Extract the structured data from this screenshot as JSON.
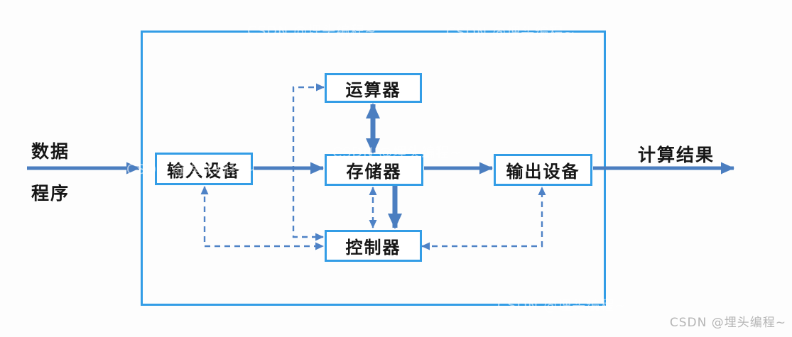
{
  "diagram": {
    "nodes": {
      "alu": "运算器",
      "input_device": "输入设备",
      "memory": "存储器",
      "controller": "控制器",
      "output_device": "输出设备"
    },
    "external_labels": {
      "data": "数据",
      "program": "程序",
      "result": "计算结果"
    },
    "edges": [
      {
        "from": "data-program",
        "to": "input_device",
        "style": "solid",
        "arrowheads": "end"
      },
      {
        "from": "input_device",
        "to": "memory",
        "style": "solid",
        "arrowheads": "end"
      },
      {
        "from": "memory",
        "to": "output_device",
        "style": "solid",
        "arrowheads": "end"
      },
      {
        "from": "output_device",
        "to": "result",
        "style": "solid",
        "arrowheads": "end"
      },
      {
        "from": "alu",
        "to": "memory",
        "style": "solid-thick",
        "arrowheads": "both"
      },
      {
        "from": "memory",
        "to": "controller",
        "style": "solid-thick",
        "arrowheads": "end"
      },
      {
        "from": "memory",
        "to": "controller",
        "style": "dashed",
        "arrowheads": "both"
      },
      {
        "from": "controller",
        "to": "alu",
        "style": "dashed",
        "arrowheads": "both"
      },
      {
        "from": "controller",
        "to": "input_device",
        "style": "dashed",
        "arrowheads": "both"
      },
      {
        "from": "controller",
        "to": "output_device",
        "style": "dashed",
        "arrowheads": "both"
      }
    ],
    "watermark": "CSDN @埋头编程~",
    "colors": {
      "box_border": "#339de6",
      "arrow_blue": "#4b7ec0",
      "text": "#161616",
      "watermark": "#b5b5b5",
      "background": "#fdfdfd"
    }
  }
}
